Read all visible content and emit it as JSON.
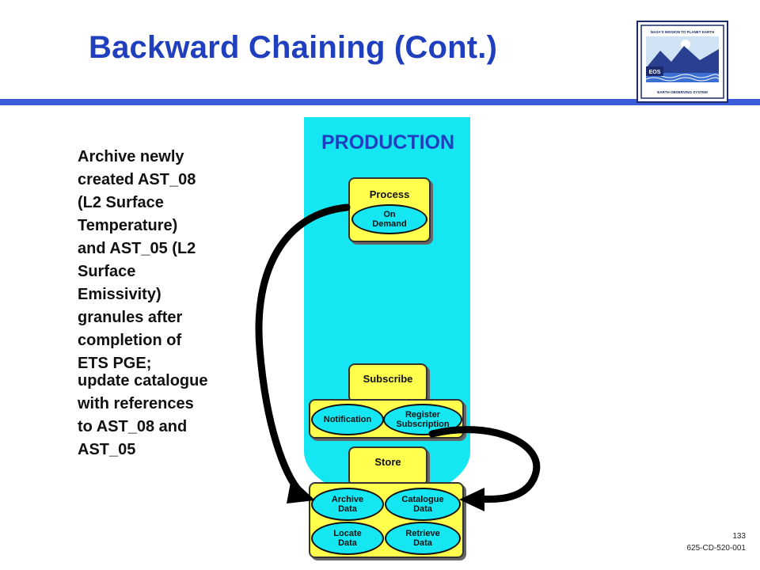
{
  "slide": {
    "title": "Backward Chaining (Cont.)",
    "body_lines_1": [
      "Archive newly",
      "created AST_08",
      "(L2 Surface",
      "Temperature)",
      "and AST_05 (L2",
      "Surface",
      "Emissivity)",
      "granules after",
      "completion of",
      "ETS  PGE;"
    ],
    "body_lines_2": [
      "update catalogue",
      "with references",
      "to AST_08 and",
      "AST_05"
    ],
    "page_number": "133",
    "doc_id": "625-CD-520-001"
  },
  "logo": {
    "top_text": "NASA'S MISSION TO PLANET EARTH",
    "eos_text": "EOS",
    "bottom_text": "EARTH OBSERVING SYSTEM"
  },
  "diagram": {
    "production_label": "PRODUCTION",
    "process": {
      "label": "Process",
      "pill": [
        "On",
        "Demand"
      ]
    },
    "subscribe": {
      "label": "Subscribe",
      "notification": "Notification",
      "register": [
        "Register",
        "Subscription"
      ]
    },
    "store": {
      "label": "Store",
      "archive": [
        "Archive",
        "Data"
      ],
      "catalogue": [
        "Catalogue",
        "Data"
      ],
      "locate": [
        "Locate",
        "Data"
      ],
      "retrieve": [
        "Retrieve",
        "Data"
      ]
    }
  },
  "colors": {
    "title_blue": "#1f3fbf",
    "production_cyan": "#14e6f2",
    "box_yellow": "#ffff4d"
  }
}
